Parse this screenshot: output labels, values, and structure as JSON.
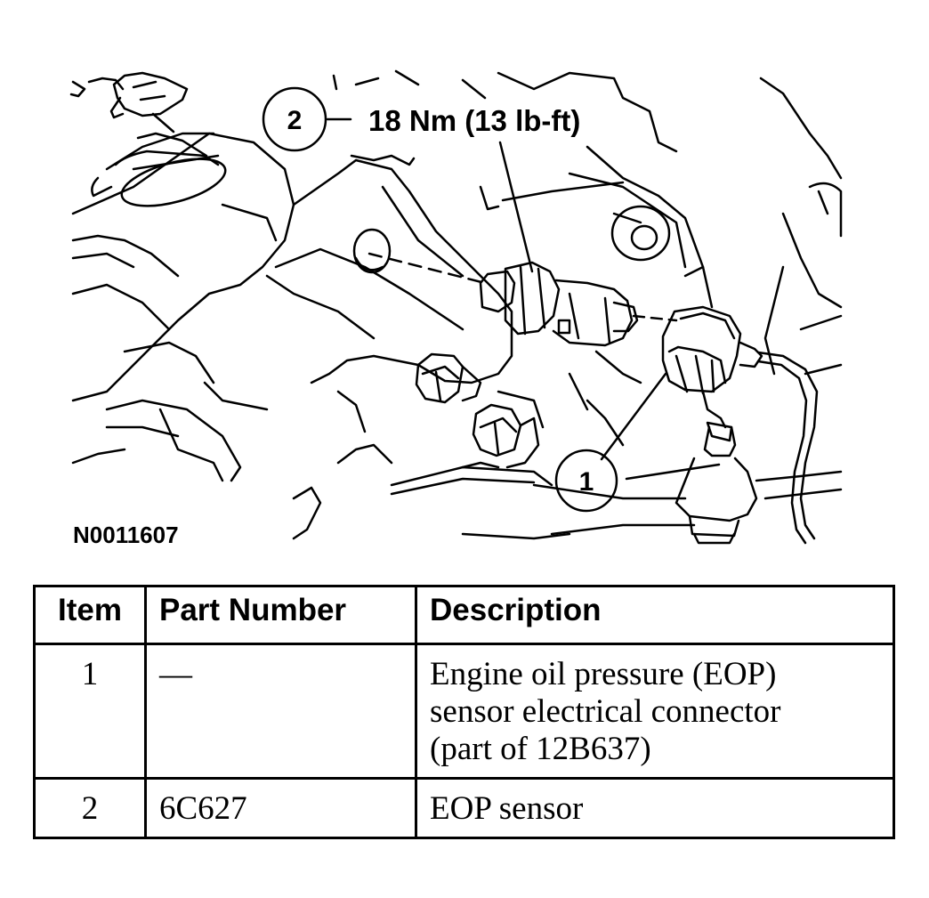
{
  "figure": {
    "id": "N0011607",
    "torque_spec": "18 Nm (13 lb-ft)",
    "callouts": [
      "1",
      "2"
    ]
  },
  "table": {
    "headers": [
      "Item",
      "Part Number",
      "Description"
    ],
    "rows": [
      {
        "item": "1",
        "part_number": "—",
        "description": [
          "Engine oil pressure (EOP)",
          "sensor electrical connector",
          "(part of 12B637)"
        ]
      },
      {
        "item": "2",
        "part_number": "6C627",
        "description": [
          "EOP sensor"
        ]
      }
    ]
  }
}
